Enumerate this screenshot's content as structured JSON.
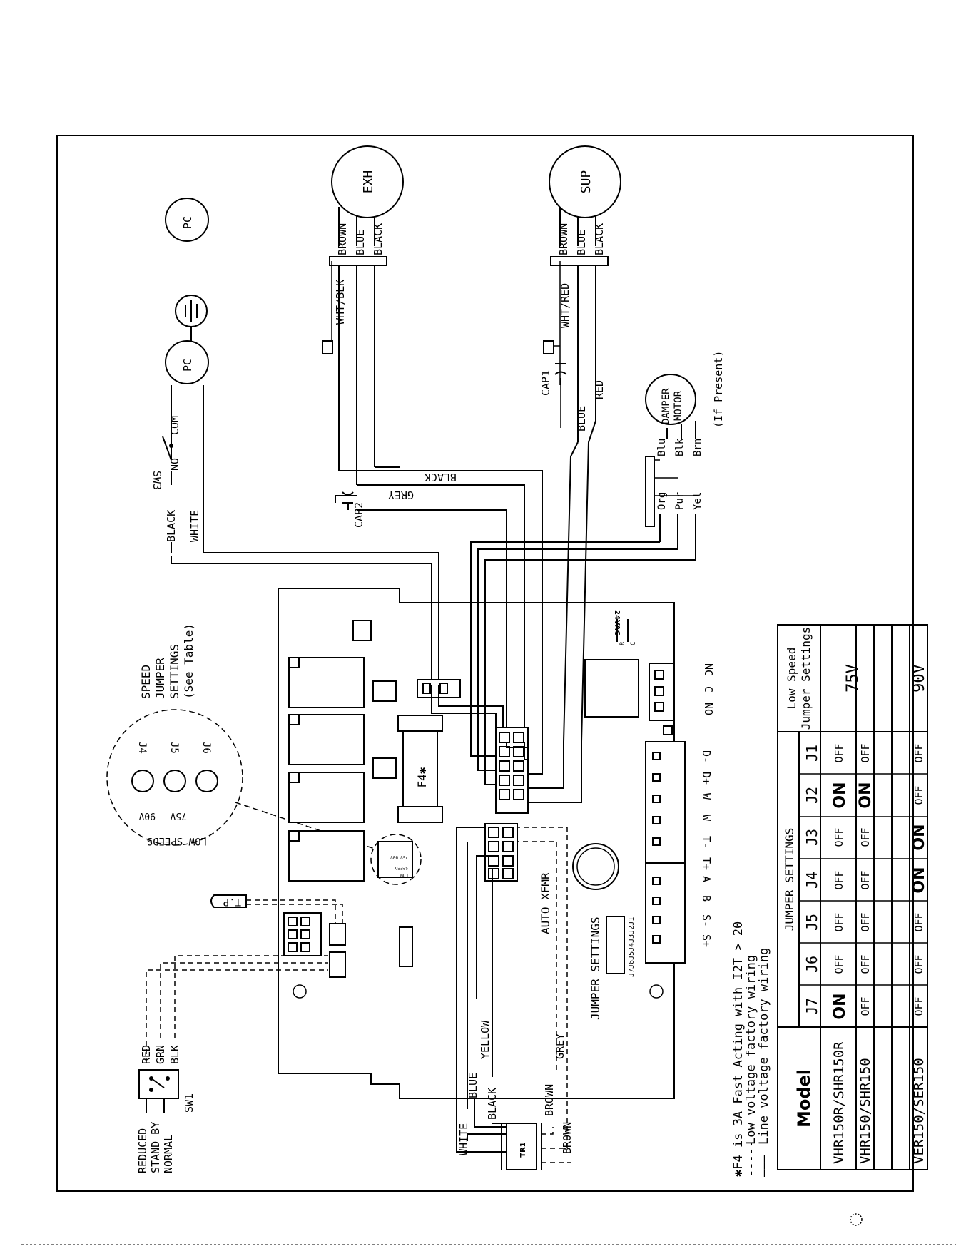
{
  "motors": {
    "exhaust": {
      "label": "EXH",
      "wires": [
        "BROWN",
        "BLUE",
        "BLACK"
      ],
      "neutral": "WHT/BLK"
    },
    "supply": {
      "label": "SUP",
      "wires": [
        "BROWN",
        "BLUE",
        "BLACK"
      ],
      "neutral": "WHT/RED"
    }
  },
  "plug": {
    "label": "PC"
  },
  "switch_sw3": {
    "label": "SW3",
    "no": "NO",
    "com": "COM"
  },
  "supply_wires": {
    "black": "BLACK",
    "white": "WHITE"
  },
  "cap1": {
    "label": "CAP1",
    "blue": "BLUE",
    "red": "RED"
  },
  "cap2": {
    "label": "CAP2",
    "grey": "GREY",
    "black": "BLACK"
  },
  "damper": {
    "label_line1": "DAMPER",
    "label_line2": "MOTOR",
    "note": "(If Present)",
    "left_wires": [
      "Org",
      "Pur",
      "Yel"
    ],
    "right_wires": [
      "Blu",
      "Blk",
      "Brn"
    ]
  },
  "speed_jumper": {
    "line1": "SPEED",
    "line2": "JUMPER",
    "line3": "SETTINGS",
    "line4": "(See Table)",
    "low_speeds": "LOW SPEEDS",
    "pin_labels": [
      "J4",
      "J5",
      "J6"
    ],
    "volt_labels": [
      "90V",
      "75V"
    ]
  },
  "board": {
    "fuse": "F4✱",
    "tp": "T.P",
    "auto_xfmr": "AUTO XFMR",
    "jumper_settings": "JUMPER SETTINGS",
    "jumper_pins": "J7J6J5J4J3J2J1",
    "vac": "24VAC",
    "vac_r": "R",
    "vac_c": "C",
    "relay_labels": [
      "NC",
      "C",
      "NO"
    ],
    "low_speed_small": [
      "LOW",
      "SPEED"
    ],
    "small_volts": [
      "90V",
      "75V"
    ],
    "terminal_labels": [
      "D-",
      "D+",
      "W",
      "W",
      "T-",
      "T+",
      "A",
      "B",
      "S-",
      "S+"
    ]
  },
  "transformer": {
    "label": "TR1",
    "wires_left": [
      "WHITE",
      "BLUE",
      "BLACK"
    ],
    "wire_yellow": "YELLOW",
    "wires_right": [
      "BROWN",
      "GREY",
      "BROWN"
    ]
  },
  "sw1": {
    "label": "SW1",
    "positions": [
      "REDUCED",
      "STAND BY",
      "NORMAL"
    ],
    "wires": [
      "RED",
      "GRN",
      "BLK"
    ]
  },
  "notes": {
    "line1": "✱F4 is 3A Fast Acting with I2T > 20",
    "line2_dash": "-----",
    "line2": "Low voltage factory wiring",
    "line3_line": "———",
    "line3": "Line voltage factory wiring"
  },
  "table": {
    "model_header": "Model",
    "jumper_header": "JUMPER SETTINGS",
    "low_speed_header_1": "Low Speed",
    "low_speed_header_2": "Jumper Settings",
    "columns": [
      "J7",
      "J6",
      "J5",
      "J4",
      "J3",
      "J2",
      "J1"
    ],
    "rows": [
      {
        "model": "VHR150R/SHR150R",
        "values": [
          "ON",
          "OFF",
          "OFF",
          "OFF",
          "OFF",
          "ON",
          "OFF"
        ]
      },
      {
        "model": "VHR150/SHR150",
        "values": [
          "OFF",
          "OFF",
          "OFF",
          "OFF",
          "OFF",
          "ON",
          "OFF"
        ]
      },
      {
        "model": "VER150/SER150",
        "values": [
          "OFF",
          "OFF",
          "OFF",
          "ON",
          "ON",
          "OFF",
          "OFF"
        ]
      }
    ],
    "low_speed_values": [
      "75V",
      "90V"
    ]
  }
}
